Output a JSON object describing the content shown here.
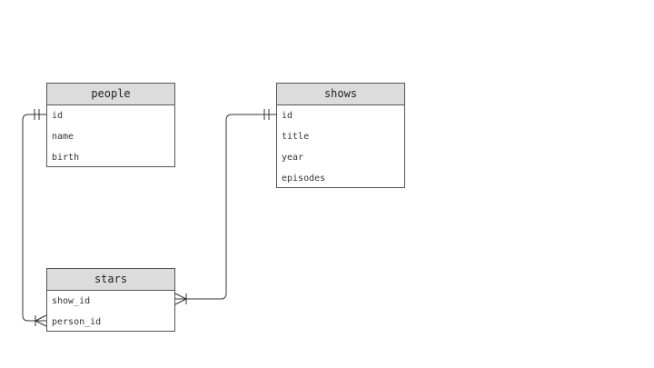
{
  "tables": {
    "people": {
      "name": "people",
      "fields": [
        "id",
        "name",
        "birth"
      ]
    },
    "shows": {
      "name": "shows",
      "fields": [
        "id",
        "title",
        "year",
        "episodes"
      ]
    },
    "stars": {
      "name": "stars",
      "fields": [
        "show_id",
        "person_id"
      ]
    }
  },
  "colors": {
    "header_bg": "#dcdcdc",
    "border": "#555555",
    "line": "#333333"
  }
}
